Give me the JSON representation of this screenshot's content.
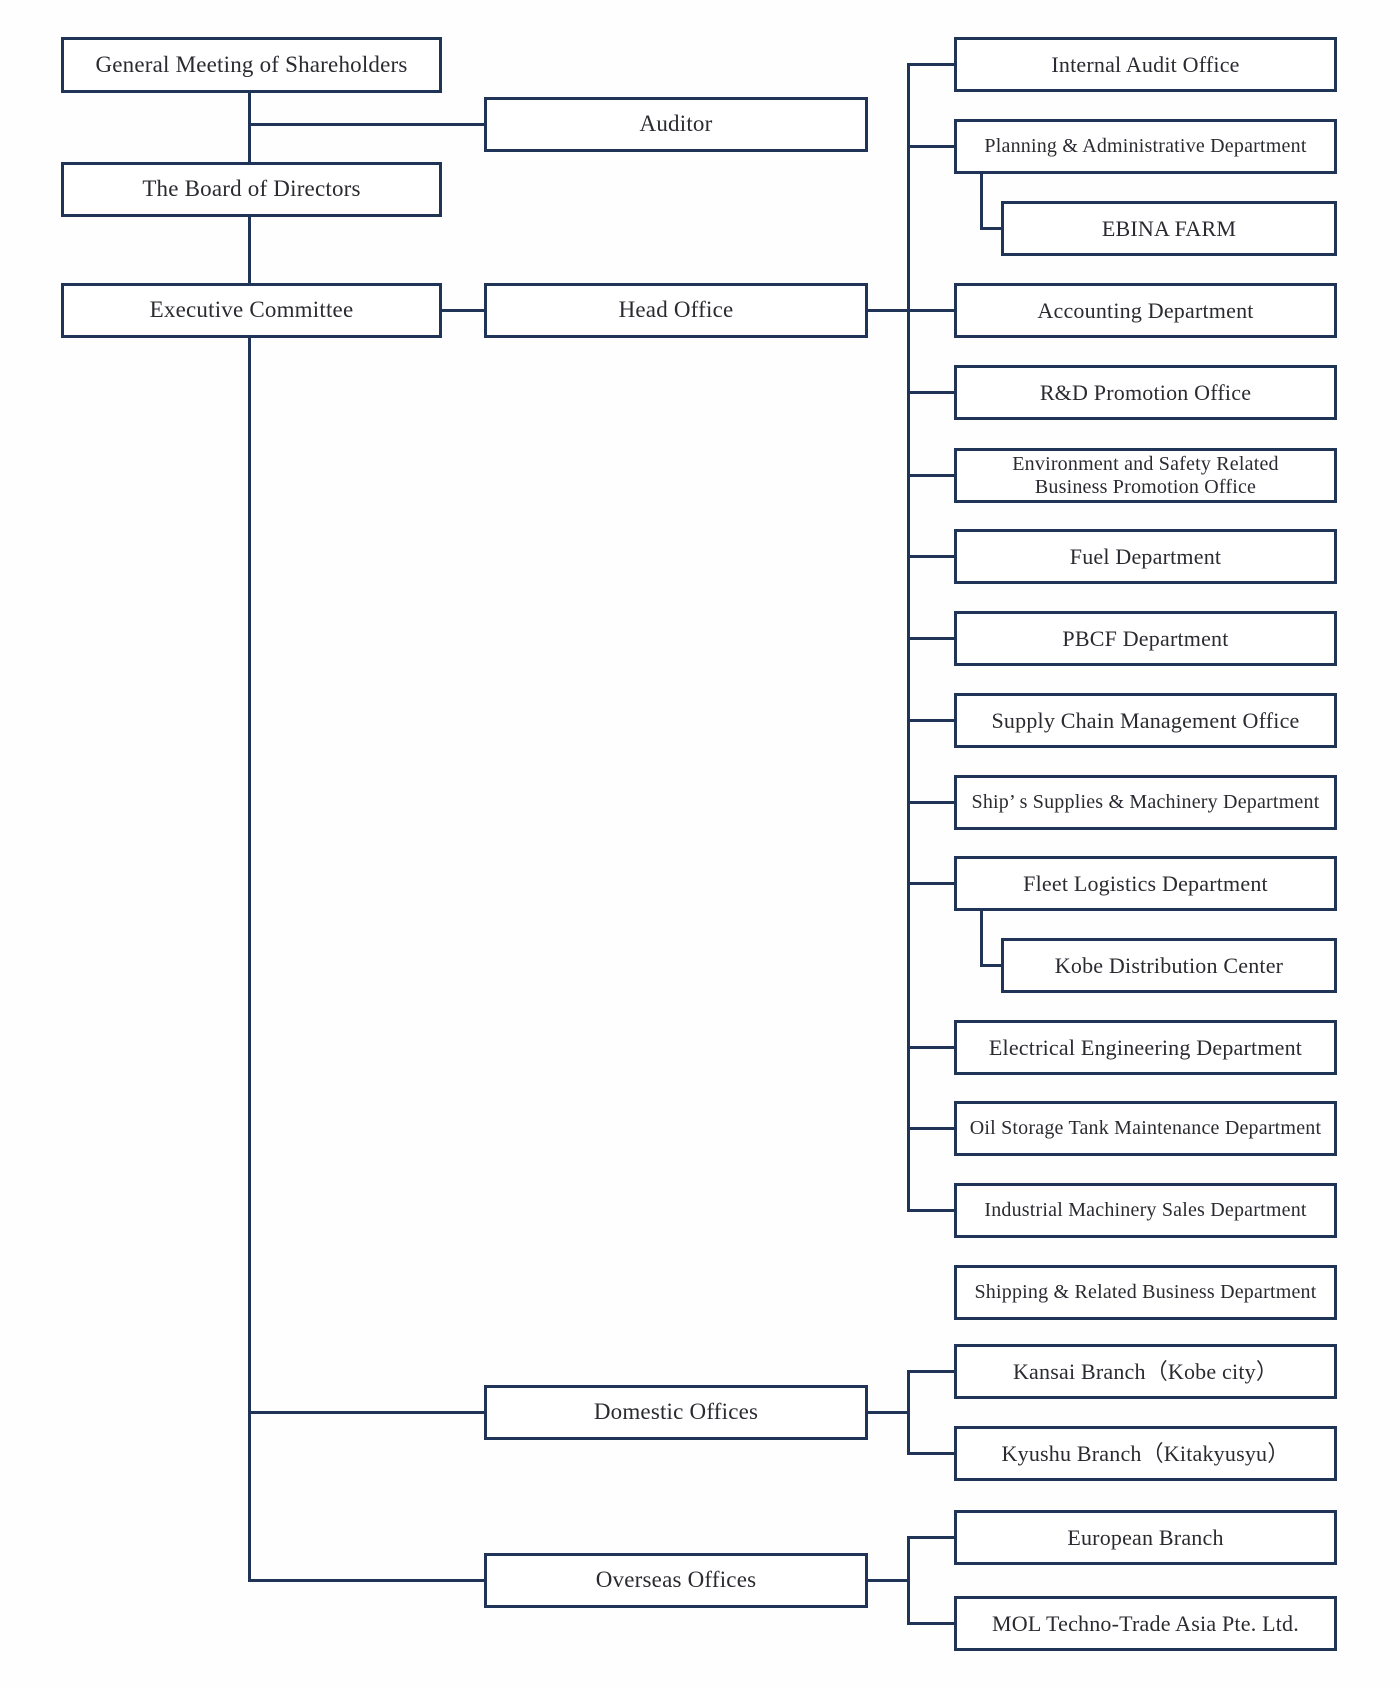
{
  "colors": {
    "line": "#203457",
    "text": "#2a2a30",
    "box_bg": "#ffffff",
    "page_bg": "#fefefe"
  },
  "org": {
    "shareholders": {
      "label": "General Meeting of Shareholders"
    },
    "auditor": {
      "label": "Auditor"
    },
    "board": {
      "label": "The Board of Directors"
    },
    "executive_committee": {
      "label": "Executive Committee"
    },
    "head_office": {
      "label": "Head Office",
      "units": {
        "internal_audit": "Internal Audit Office",
        "planning_admin": "Planning & Administrative Department",
        "ebina_farm": "EBINA FARM",
        "accounting": "Accounting Department",
        "rd_promotion": "R&D Promotion Office",
        "env_safety": "Environment and Safety Related Business Promotion Office",
        "fuel": "Fuel Department",
        "pbcf": "PBCF Department",
        "supply_chain": "Supply Chain Management Office",
        "ships_supplies": "Ship’ s Supplies & Machinery Department",
        "fleet_logistics": "Fleet Logistics Department",
        "kobe_distribution": "Kobe Distribution Center",
        "electrical": "Electrical Engineering Department",
        "oil_storage": "Oil Storage Tank Maintenance Department",
        "industrial_machinery": "Industrial Machinery Sales Department",
        "shipping_related": "Shipping & Related Business Department"
      }
    },
    "domestic_offices": {
      "label": "Domestic Offices",
      "branches": {
        "kansai": "Kansai Branch（Kobe city）",
        "kyushu": "Kyushu Branch（Kitakyusyu）"
      }
    },
    "overseas_offices": {
      "label": "Overseas Offices",
      "branches": {
        "european": "European Branch",
        "mol_asia": "MOL Techno-Trade Asia Pte. Ltd."
      }
    }
  }
}
